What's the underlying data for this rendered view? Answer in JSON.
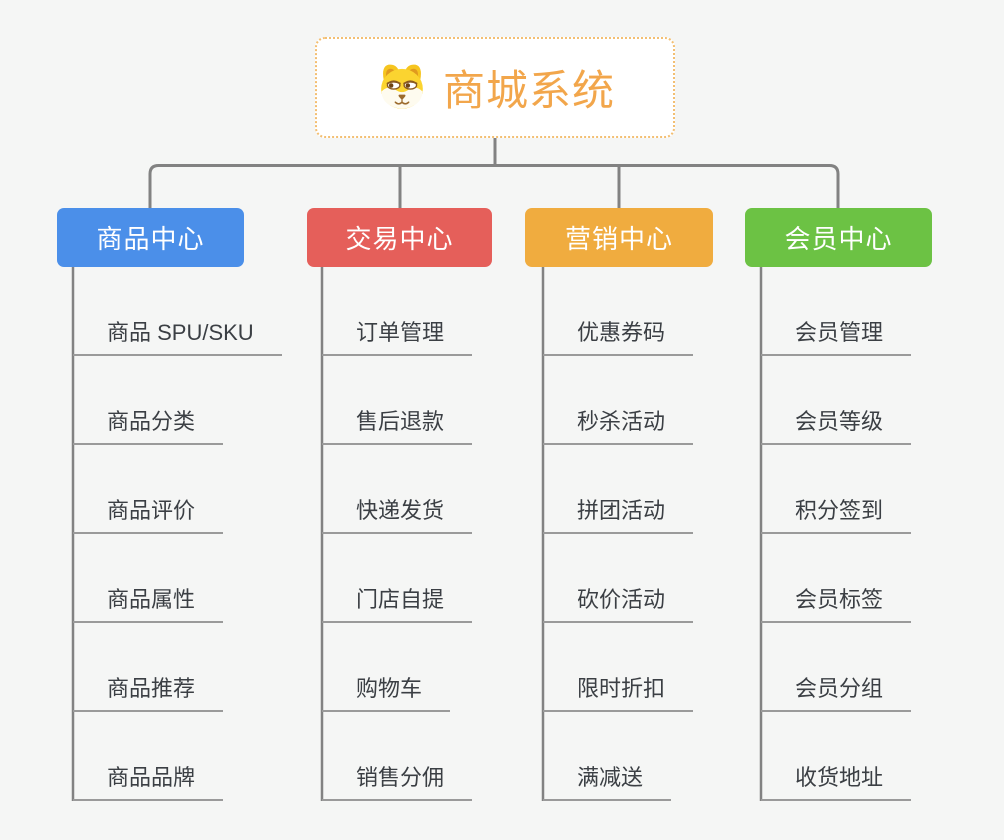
{
  "canvas": {
    "background_color": "#f5f6f5",
    "connector_color": "#828282",
    "leaf_underline_color": "#9a9a9a"
  },
  "root": {
    "title": "商城系统",
    "title_color": "#F2A64B",
    "border_color": "#F3BF72",
    "icon": "shiba-dog-icon"
  },
  "branches": [
    {
      "label": "商品中心",
      "color": "#4B8FE9",
      "items": [
        "商品 SPU/SKU",
        "商品分类",
        "商品评价",
        "商品属性",
        "商品推荐",
        "商品品牌"
      ]
    },
    {
      "label": "交易中心",
      "color": "#E55F5A",
      "items": [
        "订单管理",
        "售后退款",
        "快递发货",
        "门店自提",
        "购物车",
        "销售分佣"
      ]
    },
    {
      "label": "营销中心",
      "color": "#F0AC3F",
      "items": [
        "优惠券码",
        "秒杀活动",
        "拼团活动",
        "砍价活动",
        "限时折扣",
        "满减送"
      ]
    },
    {
      "label": "会员中心",
      "color": "#6CC244",
      "items": [
        "会员管理",
        "会员等级",
        "积分签到",
        "会员标签",
        "会员分组",
        "收货地址"
      ]
    }
  ]
}
